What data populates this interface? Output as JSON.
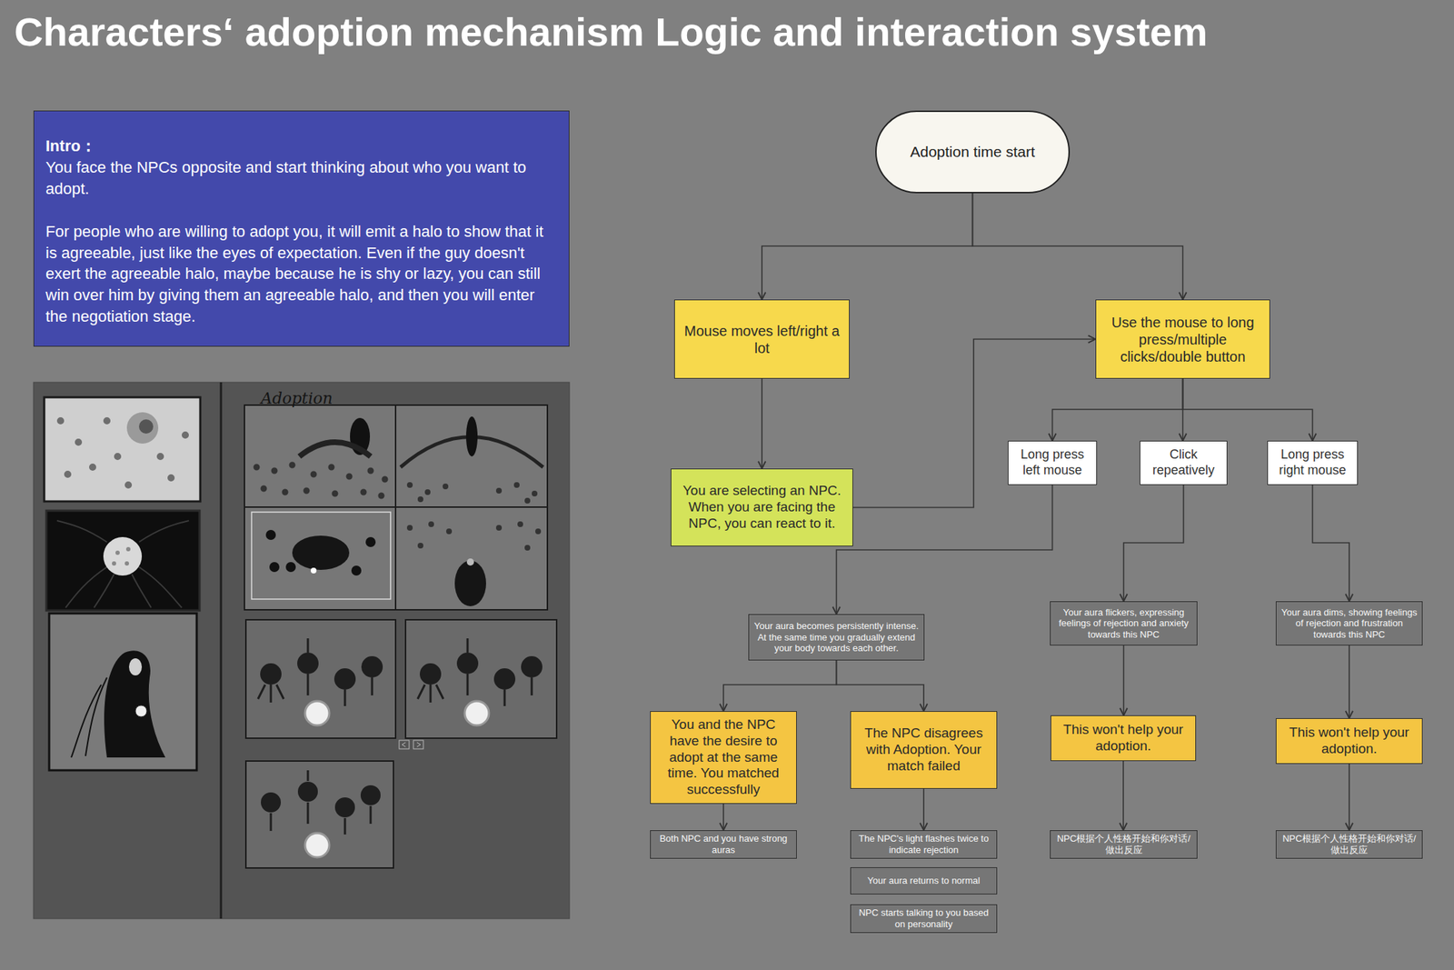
{
  "diagram": {
    "title": "Characters‘ adoption mechanism Logic and interaction system",
    "nodes": [
      {
        "text": [
          "Intro：",
          "You face the NPCs opposite and start thinking about who you want to adopt.",
          "For people who are willing to adopt you, it will emit a halo to show that it is agreeable, just like the eyes of expectation. Even if the guy doesn't exert the agreeable halo, maybe because he is shy or lazy, you can still win over him by giving them an agreeable halo, and then you will enter the negotiation stage."
        ]
      },
      {
        "text": [
          "Adoption time start"
        ]
      },
      {
        "text": [
          "Mouse moves left/right a lot"
        ]
      },
      {
        "text": [
          "Use the mouse to long press/multiple clicks/double button"
        ]
      },
      {
        "text": [
          "You are selecting an NPC. When you are facing the NPC, you can react to it."
        ]
      },
      {
        "text": [
          "Long press left mouse"
        ]
      },
      {
        "text": [
          "Click repeatively"
        ]
      },
      {
        "text": [
          "Long press right mouse"
        ]
      },
      {
        "text": [
          "Your aura becomes persistently intense. At the same time you gradually extend your body towards each other."
        ]
      },
      {
        "text": [
          "Your aura flickers, expressing feelings of rejection and anxiety towards this NPC"
        ]
      },
      {
        "text": [
          "Your aura dims, showing feelings of rejection and frustration towards this NPC"
        ]
      },
      {
        "text": [
          "You and the NPC have the desire to adopt at the same time. You matched successfully"
        ]
      },
      {
        "text": [
          "The NPC disagrees with Adoption. Your match failed"
        ]
      },
      {
        "text": [
          "This won't help your adoption."
        ]
      },
      {
        "text": [
          "This won't help your adoption."
        ]
      },
      {
        "text": [
          "Both NPC and you have strong auras"
        ]
      },
      {
        "text": [
          "The NPC's light flashes twice to indicate rejection"
        ]
      },
      {
        "text": [
          "Your aura returns to normal"
        ]
      },
      {
        "text": [
          "NPC starts talking to you based on personality"
        ]
      },
      {
        "text": [
          "NPC根据个人性格开始和你对话/做出反应"
        ]
      },
      {
        "text": [
          "NPC根据个人性格开始和你对话/做出反应"
        ]
      }
    ],
    "edges": [
      {
        "from": 1,
        "to": 2,
        "arrow": "to"
      },
      {
        "from": 1,
        "to": 3,
        "arrow": "to"
      },
      {
        "from": 2,
        "to": 4,
        "arrow": "to"
      },
      {
        "from": 4,
        "to": 3,
        "arrow": "to"
      },
      {
        "from": 3,
        "to": 5,
        "arrow": "to"
      },
      {
        "from": 3,
        "to": 6,
        "arrow": "to"
      },
      {
        "from": 3,
        "to": 7,
        "arrow": "to"
      },
      {
        "from": 5,
        "to": 8,
        "arrow": "to"
      },
      {
        "from": 6,
        "to": 9,
        "arrow": "to"
      },
      {
        "from": 7,
        "to": 10,
        "arrow": "to"
      },
      {
        "from": 8,
        "to": 11,
        "arrow": "to"
      },
      {
        "from": 8,
        "to": 12,
        "arrow": "to"
      },
      {
        "from": 9,
        "to": 13,
        "arrow": "to"
      },
      {
        "from": 10,
        "to": 14,
        "arrow": "to"
      },
      {
        "from": 11,
        "to": 15,
        "arrow": "to"
      },
      {
        "from": 12,
        "to": 16,
        "arrow": "to"
      },
      {
        "from": 13,
        "to": 19,
        "arrow": "to"
      },
      {
        "from": 14,
        "to": 20,
        "arrow": "to"
      }
    ],
    "labels": [
      "Adoption"
    ]
  }
}
